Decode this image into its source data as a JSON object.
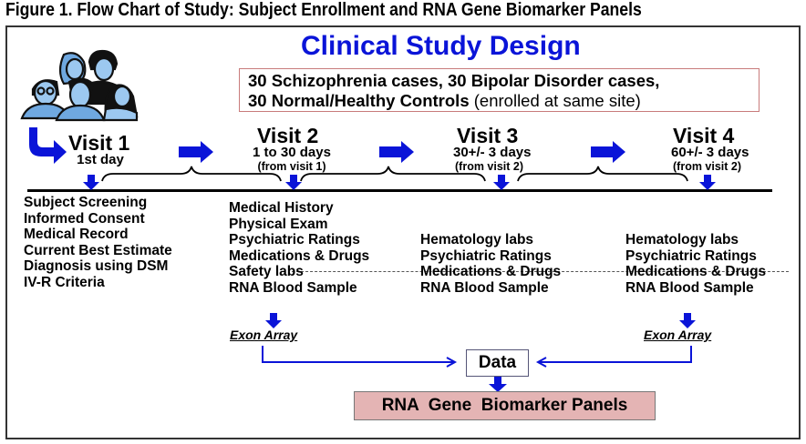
{
  "figure_title": "Figure 1. Flow Chart of Study: Subject Enrollment and RNA Gene Biomarker Panels",
  "study_title": "Clinical Study Design",
  "enrollment": {
    "line1": "30 Schizophrenia cases, 30 Bipolar Disorder cases,",
    "line2_bold": "30 Normal/Healthy Controls",
    "line2_normal": " (enrolled at same site)"
  },
  "colors": {
    "arrow_blue": "#0a14d8",
    "title_blue": "#0a14d8",
    "panel_fill": "#e4b4b4",
    "enroll_border": "#c87b7b"
  },
  "visits": [
    {
      "title": "Visit 1",
      "timing": "1st day",
      "note": "",
      "activities": [
        "Subject Screening",
        "Informed Consent",
        "Medical Record",
        "Current Best Estimate",
        "Diagnosis using DSM",
        "IV-R Criteria"
      ]
    },
    {
      "title": "Visit 2",
      "timing": "1 to 30 days",
      "note": "(from visit 1)",
      "activities": [
        "Medical History",
        "Physical Exam",
        "Psychiatric Ratings",
        "Medications & Drugs",
        "Safety labs",
        "RNA Blood Sample"
      ]
    },
    {
      "title": "Visit 3",
      "timing": "30+/- 3 days",
      "note": "(from visit 2)",
      "activities": [
        "Hematology labs",
        "Psychiatric Ratings",
        "Medications & Drugs",
        "RNA Blood Sample"
      ]
    },
    {
      "title": "Visit 4",
      "timing": "60+/- 3 days",
      "note": "(from visit 2)",
      "activities": [
        "Hematology labs",
        "Psychiatric Ratings",
        "Medications & Drugs",
        "RNA Blood Sample"
      ]
    }
  ],
  "exon_array_label": "Exon Array",
  "data_label": "Data",
  "panel_label": "RNA  Gene  Biomarker Panels",
  "icons": {
    "group": "people-group-icon",
    "curved_arrow": "curved-arrow-icon",
    "right_arrow": "right-arrow-icon",
    "down_arrow": "down-arrow-icon",
    "brace": "curly-brace-icon",
    "cursor": "mouse-cursor-icon"
  }
}
